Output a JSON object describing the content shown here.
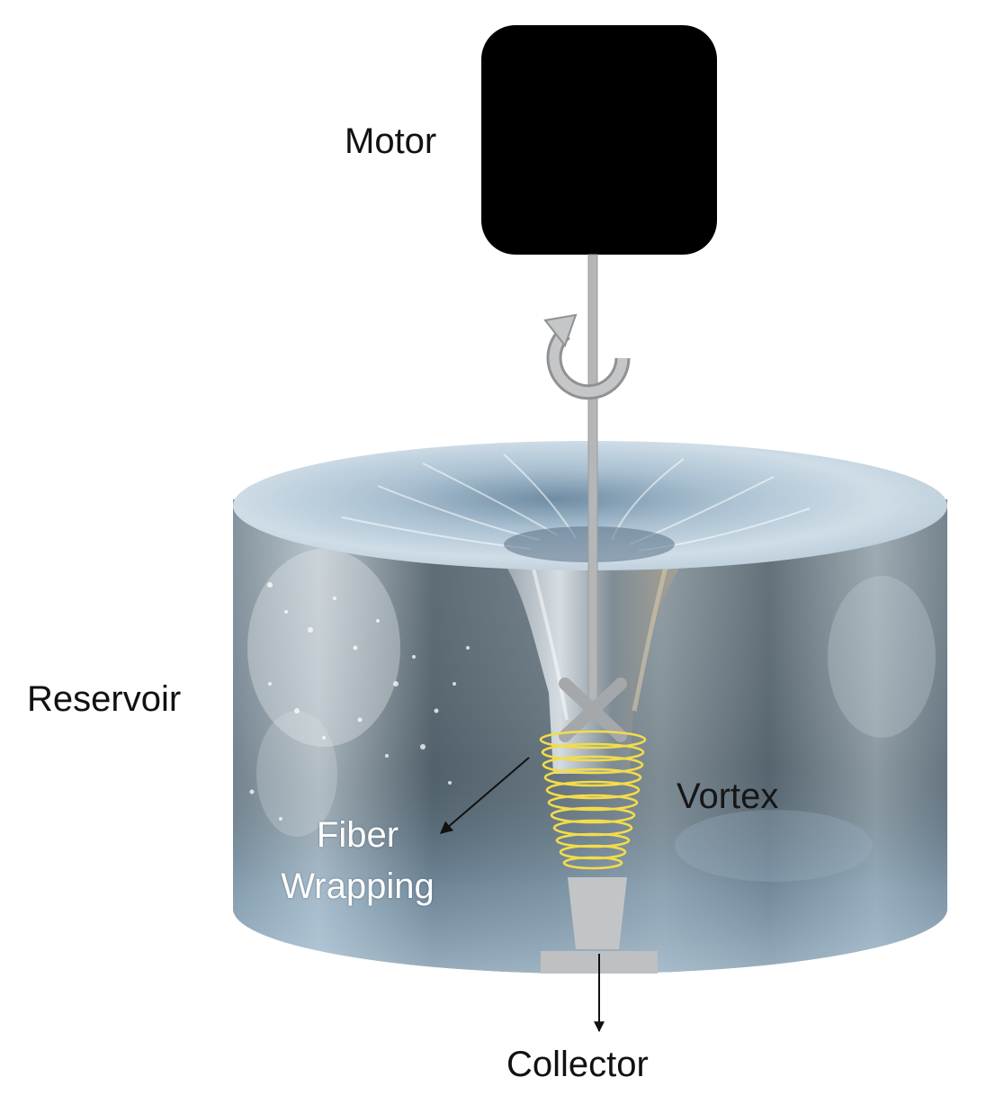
{
  "diagram": {
    "labels": {
      "motor": "Motor",
      "reservoir": "Reservoir",
      "vortex": "Vortex",
      "fiber_line1": "Fiber",
      "fiber_line2": "Wrapping",
      "collector": "Collector"
    },
    "colors": {
      "motor": "#000000",
      "rod": "#b4b6b8",
      "fiber_coil": "#f3dc4a",
      "collector": "#c3c4c6",
      "water_dark": "#4e5e6a",
      "water_light": "#a9c2d4",
      "arrow": "#111111"
    },
    "icons": {
      "rotation": "clockwise-rotation-arrow-icon"
    }
  }
}
